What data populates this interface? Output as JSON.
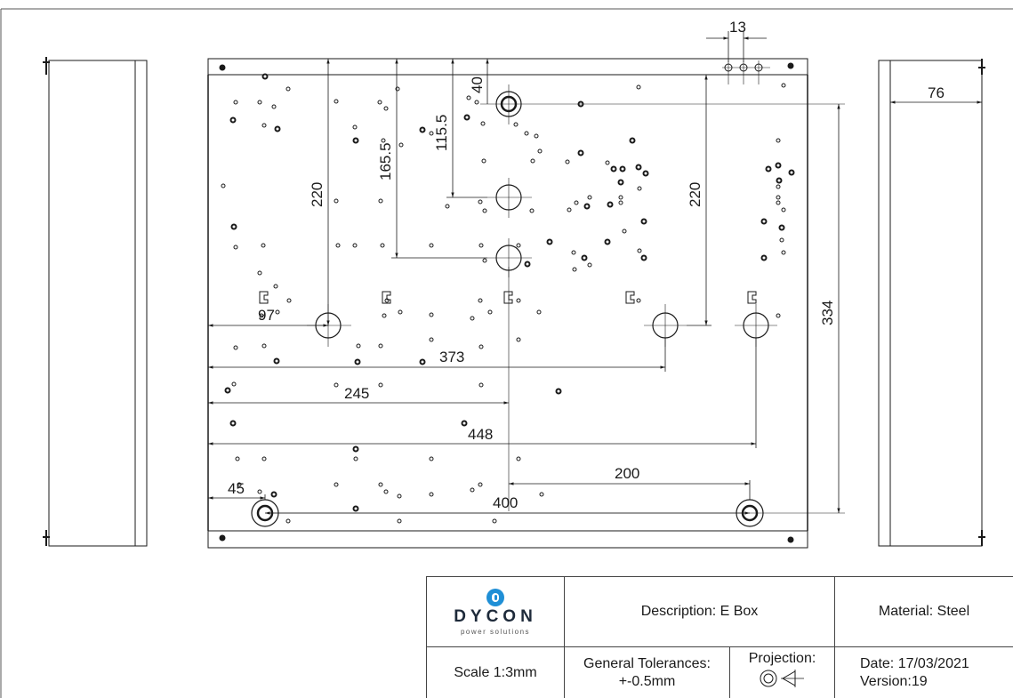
{
  "dimensions": {
    "d13": "13",
    "d76": "76",
    "d40": "40",
    "d115": "115.5",
    "d165": "165.5",
    "d220a": "220",
    "d220b": "220",
    "d334": "334",
    "d97": "97",
    "d373": "373",
    "d245": "245",
    "d448": "448",
    "d200": "200",
    "d45": "45",
    "d400": "400"
  },
  "titleblock": {
    "logo_name": "DYCON",
    "logo_sub": "power solutions",
    "description": "Description: E Box",
    "material": "Material: Steel",
    "scale": "Scale 1:3mm",
    "tolerances_label": "General Tolerances:",
    "tolerances_value": "+-0.5mm",
    "projection_label": "Projection:",
    "date": "Date: 17/03/2021",
    "version": "Version:19"
  },
  "colors": {
    "line": "#1a1a1a",
    "logo_blue": "#1f8fd6",
    "logo_dark": "#1e2a3a"
  }
}
